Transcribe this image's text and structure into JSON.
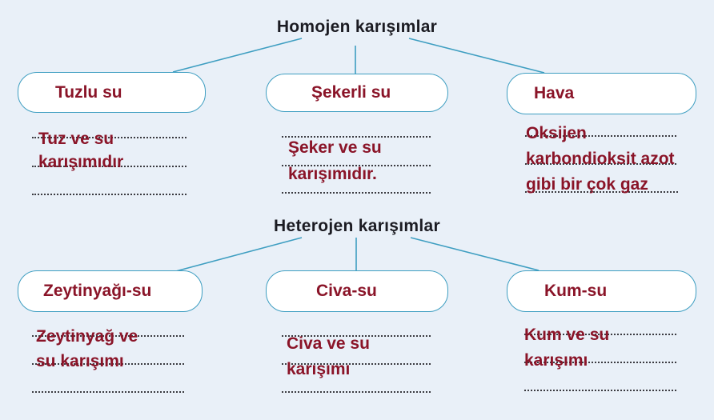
{
  "colors": {
    "background": "#e9f0f8",
    "box_fill": "#ffffff",
    "box_border": "#3e9ec1",
    "connector_line": "#3e9ec1",
    "answer_text": "#8a1428",
    "title_text": "#1b1b22",
    "dotted_line": "#3b3b41"
  },
  "sections": [
    {
      "title": "Homojen karışımlar",
      "items": [
        {
          "label": "Tuzlu su",
          "answer": [
            "Tuz ve su",
            "karışımıdır"
          ]
        },
        {
          "label": "Şekerli su",
          "answer": [
            "Şeker ve su",
            "karışımıdır."
          ]
        },
        {
          "label": "Hava",
          "answer": [
            "Oksijen",
            "karbondioksit azot",
            "gibi bir çok gaz"
          ]
        }
      ]
    },
    {
      "title": "Heterojen karışımlar",
      "items": [
        {
          "label": "Zeytinyağı-su",
          "answer": [
            "Zeytinyağ ve",
            "su karışımı"
          ]
        },
        {
          "label": "Civa-su",
          "answer": [
            "Civa ve su",
            "karışımı"
          ]
        },
        {
          "label": "Kum-su",
          "answer": [
            "Kum ve su",
            "karışımı"
          ]
        }
      ]
    }
  ]
}
